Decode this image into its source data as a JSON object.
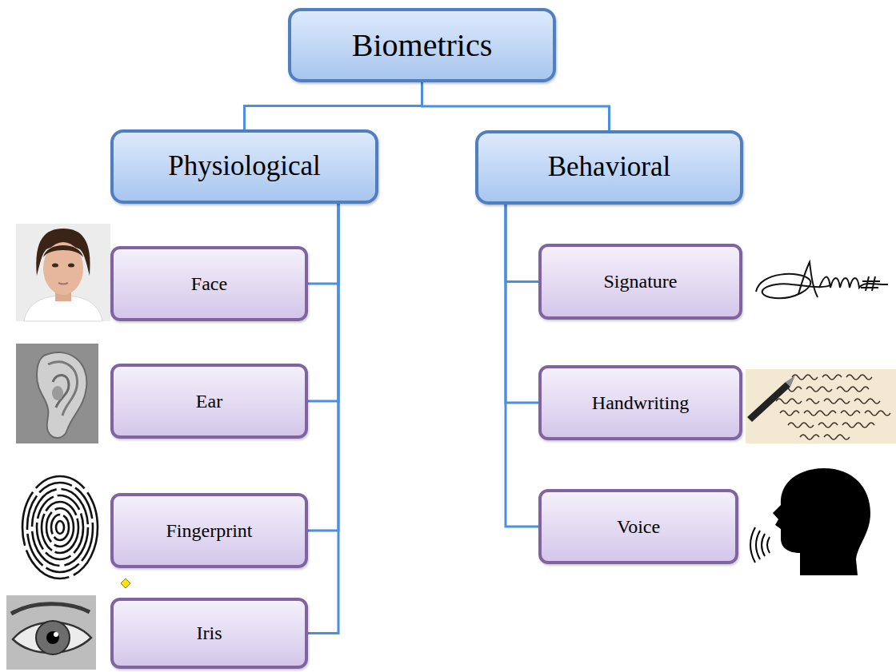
{
  "diagram": {
    "nodes": [
      {
        "text": [
          "Biometrics"
        ]
      },
      {
        "text": [
          "Physiological"
        ]
      },
      {
        "text": [
          "Behavioral"
        ]
      },
      {
        "text": [
          "Face"
        ]
      },
      {
        "text": [
          "Ear"
        ]
      },
      {
        "text": [
          "Fingerprint"
        ]
      },
      {
        "text": [
          "Iris"
        ]
      },
      {
        "text": [
          "Signature"
        ]
      },
      {
        "text": [
          "Handwriting"
        ]
      },
      {
        "text": [
          "Voice"
        ]
      }
    ],
    "edges": [
      {
        "from": 0,
        "to": 1,
        "arrow": "none"
      },
      {
        "from": 0,
        "to": 2,
        "arrow": "none"
      },
      {
        "from": 1,
        "to": 3,
        "arrow": "none"
      },
      {
        "from": 1,
        "to": 4,
        "arrow": "none"
      },
      {
        "from": 1,
        "to": 5,
        "arrow": "none"
      },
      {
        "from": 1,
        "to": 6,
        "arrow": "none"
      },
      {
        "from": 2,
        "to": 7,
        "arrow": "none"
      },
      {
        "from": 2,
        "to": 8,
        "arrow": "none"
      },
      {
        "from": 2,
        "to": 9,
        "arrow": "none"
      }
    ]
  }
}
